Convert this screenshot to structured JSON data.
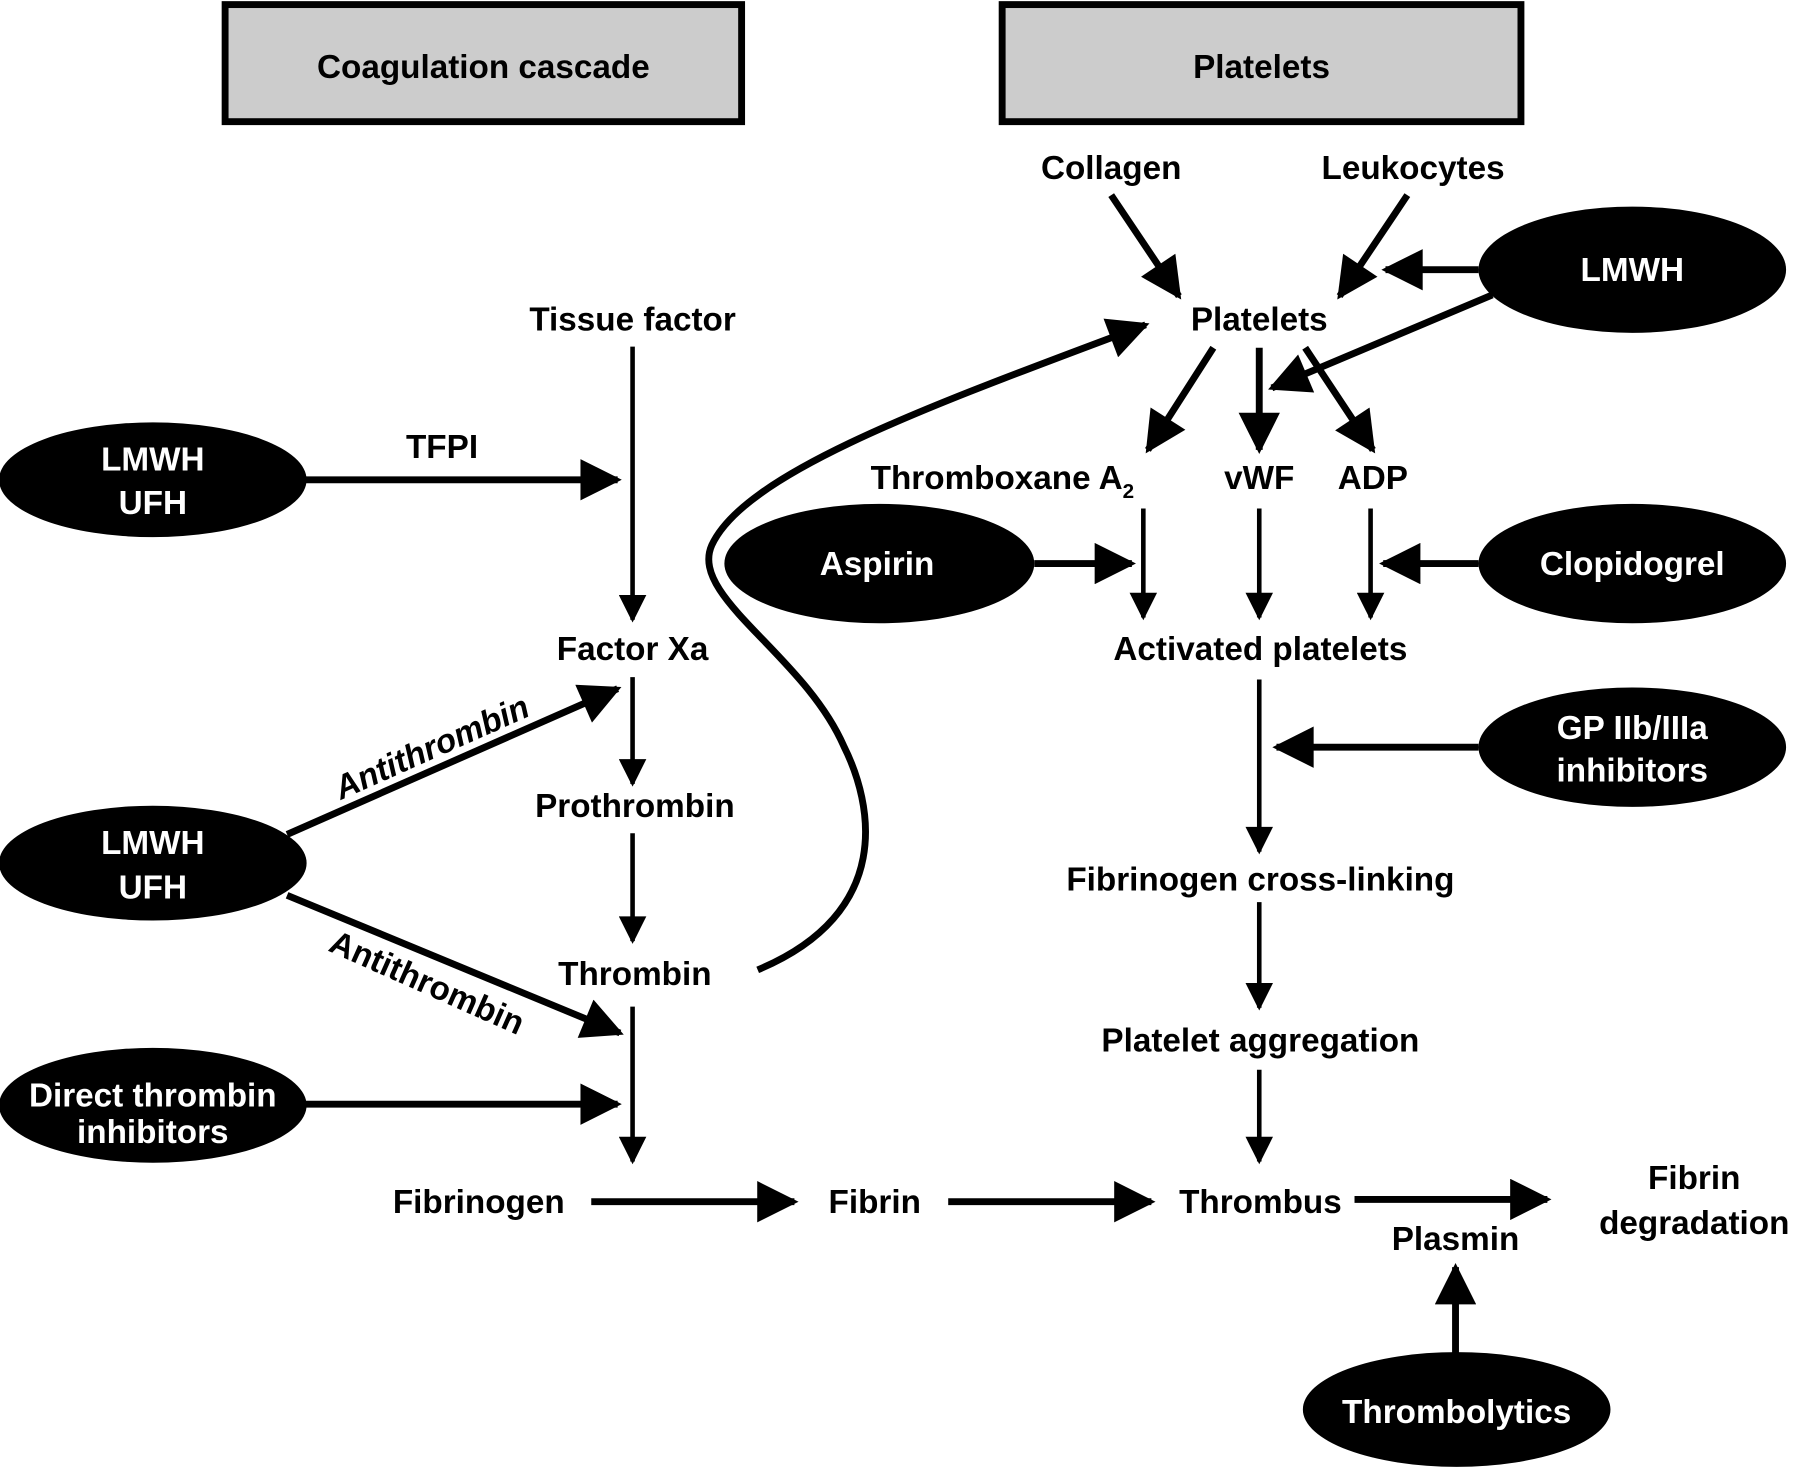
{
  "colors": {
    "ink": "#000000",
    "header_fill": "#cccccc",
    "oval_fill": "#000000",
    "oval_text": "#ffffff",
    "background": "#ffffff"
  },
  "headers": {
    "coagulation": "Coagulation cascade",
    "platelets": "Platelets"
  },
  "coagulation_nodes": {
    "tissue_factor": "Tissue factor",
    "tfpi": "TFPI",
    "factor_xa": "Factor Xa",
    "prothrombin": "Prothrombin",
    "thrombin": "Thrombin",
    "fibrinogen": "Fibrinogen",
    "fibrin": "Fibrin",
    "antithrombin_upper": "Antithrombin",
    "antithrombin_lower": "Antithrombin"
  },
  "platelet_nodes": {
    "collagen": "Collagen",
    "leukocytes": "Leukocytes",
    "platelets": "Platelets",
    "thromboxane": "Thromboxane A",
    "thromboxane_sub": "2",
    "vwf": "vWF",
    "adp": "ADP",
    "activated_platelets": "Activated platelets",
    "fibrinogen_crosslinking": "Fibrinogen cross-linking",
    "platelet_aggregation": "Platelet aggregation",
    "thrombus": "Thrombus",
    "plasmin": "Plasmin",
    "fibrin_degradation_line1": "Fibrin",
    "fibrin_degradation_line2": "degradation"
  },
  "drugs": {
    "lmwh_ufh_top": [
      "LMWH",
      "UFH"
    ],
    "lmwh_ufh_mid": [
      "LMWH",
      "UFH"
    ],
    "direct_thrombin": [
      "Direct thrombin",
      "inhibitors"
    ],
    "lmwh_platelets": "LMWH",
    "aspirin": "Aspirin",
    "clopidogrel": "Clopidogrel",
    "gp_iib_iiia": [
      "GP IIb/IIIa",
      "inhibitors"
    ],
    "thrombolytics": "Thrombolytics"
  }
}
